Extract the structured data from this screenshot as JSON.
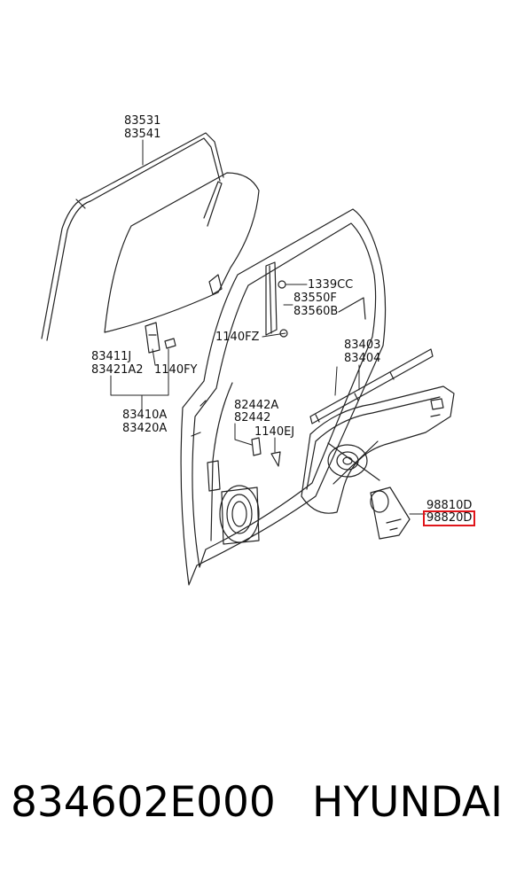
{
  "labels": {
    "l83531": "83531",
    "l83541": "83541",
    "l1339CC": "1339CC",
    "l83550F": "83550F",
    "l83560B": "83560B",
    "l1140FZ": "1140FZ",
    "l83403": "83403",
    "l83404": "83404",
    "l83411J": "83411J",
    "l83421A2": "83421A2",
    "l1140FY": "1140FY",
    "l83410A": "83410A",
    "l83420A": "83420A",
    "l82442A": "82442A",
    "l82442": "82442",
    "l1140EJ": "1140EJ",
    "l98810D": "98810D",
    "l98820D": "98820D"
  },
  "highlight": {
    "part": "98820D",
    "color": "#e0161b"
  },
  "footer": {
    "part_number": "834602E000",
    "brand": "HYUNDAI"
  }
}
